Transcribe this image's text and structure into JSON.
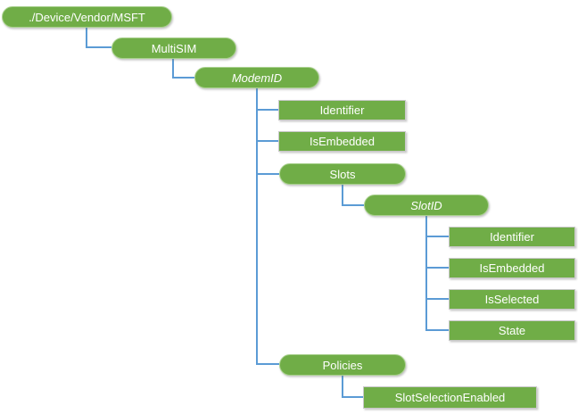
{
  "colors": {
    "node_fill": "#70ad47",
    "pill_border": "#a9d18e",
    "rect_border": "#c9c9c9",
    "connector": "#5b9bd5",
    "text": "#ffffff"
  },
  "diagram": {
    "type": "tree",
    "nodes": [
      {
        "label": "./Device/Vendor/MSFT",
        "shape": "pill",
        "text_style": "normal",
        "parent": null
      },
      {
        "label": "MultiSIM",
        "shape": "pill",
        "text_style": "normal",
        "parent": "./Device/Vendor/MSFT"
      },
      {
        "label": "ModemID",
        "shape": "pill",
        "text_style": "italic",
        "parent": "MultiSIM"
      },
      {
        "label": "Identifier",
        "shape": "rect",
        "text_style": "normal",
        "parent": "ModemID"
      },
      {
        "label": "IsEmbedded",
        "shape": "rect",
        "text_style": "normal",
        "parent": "ModemID"
      },
      {
        "label": "Slots",
        "shape": "pill",
        "text_style": "normal",
        "parent": "ModemID"
      },
      {
        "label": "SlotID",
        "shape": "pill",
        "text_style": "italic",
        "parent": "Slots"
      },
      {
        "label": "Identifier",
        "shape": "rect",
        "text_style": "normal",
        "parent": "SlotID"
      },
      {
        "label": "IsEmbedded",
        "shape": "rect",
        "text_style": "normal",
        "parent": "SlotID"
      },
      {
        "label": "IsSelected",
        "shape": "rect",
        "text_style": "normal",
        "parent": "SlotID"
      },
      {
        "label": "State",
        "shape": "rect",
        "text_style": "normal",
        "parent": "SlotID"
      },
      {
        "label": "Policies",
        "shape": "pill",
        "text_style": "normal",
        "parent": "ModemID"
      },
      {
        "label": "SlotSelectionEnabled",
        "shape": "rect",
        "text_style": "normal",
        "parent": "Policies"
      }
    ]
  }
}
